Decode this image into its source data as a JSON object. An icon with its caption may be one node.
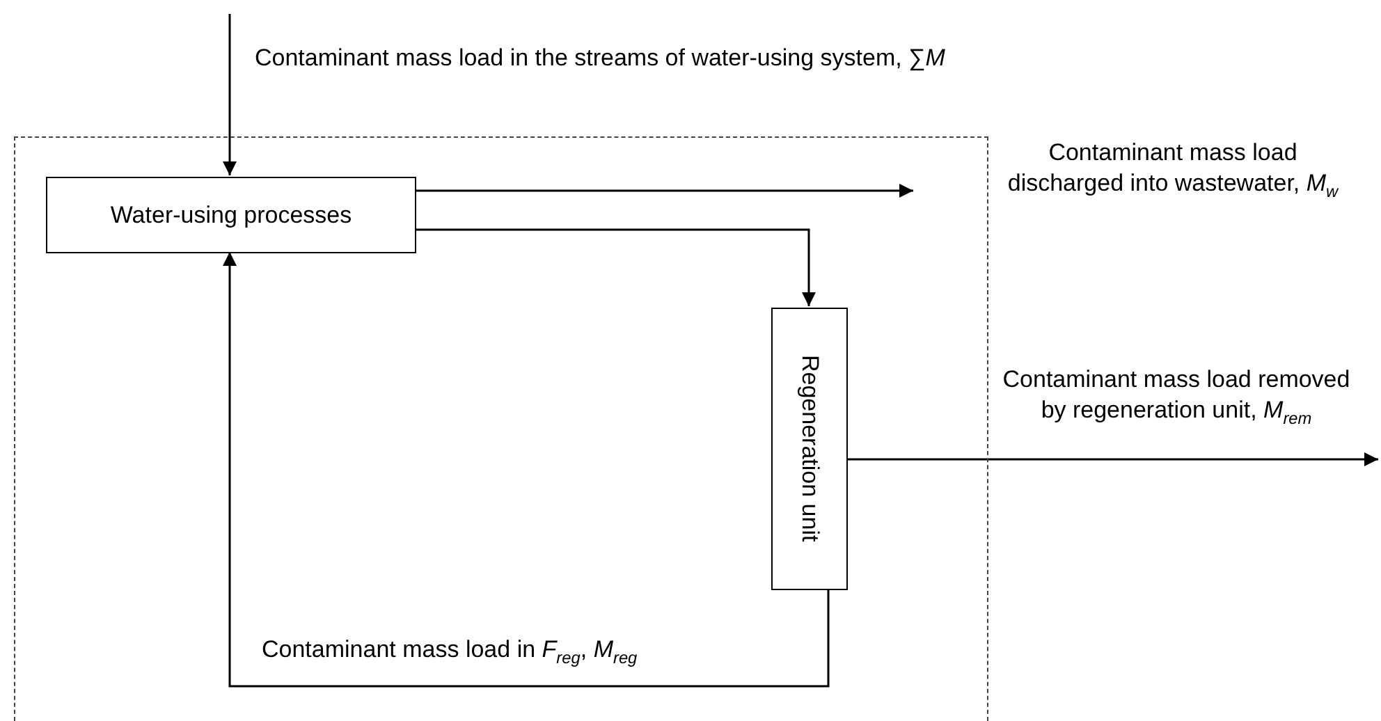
{
  "diagram": {
    "nodes": [
      {
        "text": [],
        "shape": "box"
      },
      {
        "text": [
          "Water-using processes"
        ],
        "in": 0
      },
      {
        "text": [
          "Regeneration unit"
        ],
        "in": 0
      }
    ],
    "edges": [
      {
        "from": null,
        "to": 1,
        "arrow": "to",
        "label": "Contaminant mass load in the streams of water-using system, ∑*M*"
      },
      {
        "from": 1,
        "to": null,
        "arrow": "to",
        "label": "Contaminant mass load discharged into wastewater, *M*$_{w}$"
      },
      {
        "from": 1,
        "to": 2,
        "arrow": "to"
      },
      {
        "from": 2,
        "to": null,
        "arrow": "to",
        "label": "Contaminant mass load removed by regeneration unit, *M*$_{rem}$"
      },
      {
        "from": 2,
        "to": 1,
        "arrow": "to",
        "label": "Contaminant mass load in *F*$_{reg}$, *M*$_{reg}$"
      }
    ]
  }
}
